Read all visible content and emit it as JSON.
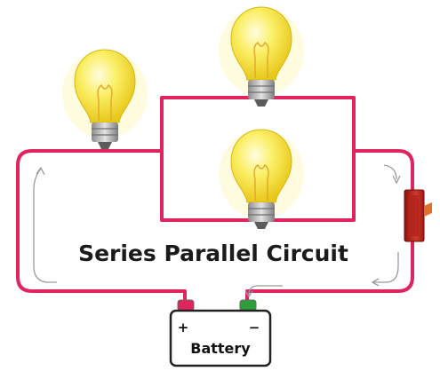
{
  "title": "Series Parallel Circuit",
  "battery": {
    "label": "Battery",
    "positive_sign": "+",
    "negative_sign": "−"
  },
  "colors": {
    "wire": "#e0245e",
    "bulb_glass": "#f7e84a",
    "bulb_base": "#b8b8b8",
    "switch": "#c62828",
    "positive_terminal": "#e0245e",
    "negative_terminal": "#2e9e3a",
    "title_text": "#1b1b1b"
  },
  "components": {
    "bulbs": [
      "bulb-series",
      "bulb-parallel-top",
      "bulb-parallel-bottom"
    ],
    "switch": "switch-icon",
    "battery": "battery-icon"
  }
}
